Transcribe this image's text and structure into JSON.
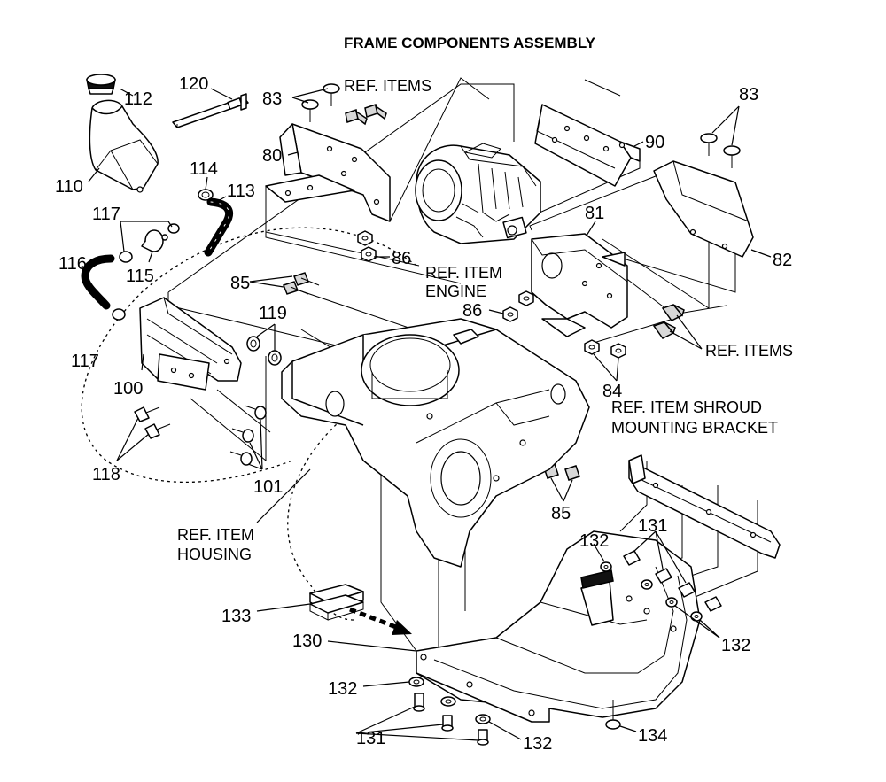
{
  "title": "FRAME COMPONENTS ASSEMBLY",
  "callouts": {
    "c112": "112",
    "c120": "120",
    "c83a": "83",
    "c83b": "83",
    "c110": "110",
    "c114": "114",
    "c80": "80",
    "c113": "113",
    "c90": "90",
    "c117a": "117",
    "c117b": "117",
    "c116": "116",
    "c115": "115",
    "c81": "81",
    "c86a": "86",
    "c86b": "86",
    "c85a": "85",
    "c85b": "85",
    "c82": "82",
    "c119": "119",
    "c100": "100",
    "c84": "84",
    "c118": "118",
    "c101": "101",
    "c131a": "131",
    "c131b": "131",
    "c132a": "132",
    "c132b": "132",
    "c132c": "132",
    "c132d": "132",
    "c133": "133",
    "c130": "130",
    "c134": "134"
  },
  "references": {
    "ref_items_top": "REF. ITEMS",
    "ref_item_engine_1": "REF. ITEM",
    "ref_item_engine_2": "ENGINE",
    "ref_items_right": "REF. ITEMS",
    "ref_shroud_1": "REF. ITEM SHROUD",
    "ref_shroud_2": "MOUNTING BRACKET",
    "ref_housing_1": "REF. ITEM",
    "ref_housing_2": "HOUSING"
  }
}
